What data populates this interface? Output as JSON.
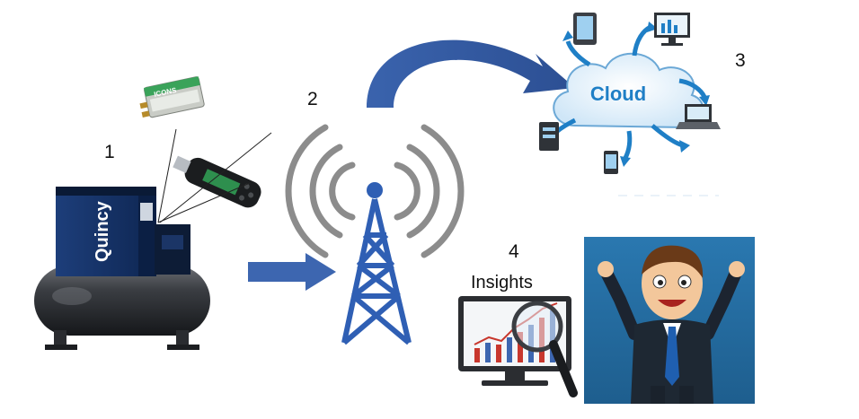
{
  "steps": [
    {
      "number": "1"
    },
    {
      "number": "2"
    },
    {
      "number": "3"
    },
    {
      "number": "4",
      "caption": "Insights"
    }
  ],
  "compressor": {
    "brand_text": "Quincy"
  },
  "sensor": {
    "brand_text": "ICONS"
  },
  "cloud": {
    "label": "Cloud"
  },
  "colors": {
    "arrow_blue": "#3d66b0",
    "cloud_blue": "#1f7fc6",
    "tower_blue": "#2f5fb4",
    "signal_gray": "#8c8c8c",
    "person_bg": "#2b6fa3"
  }
}
